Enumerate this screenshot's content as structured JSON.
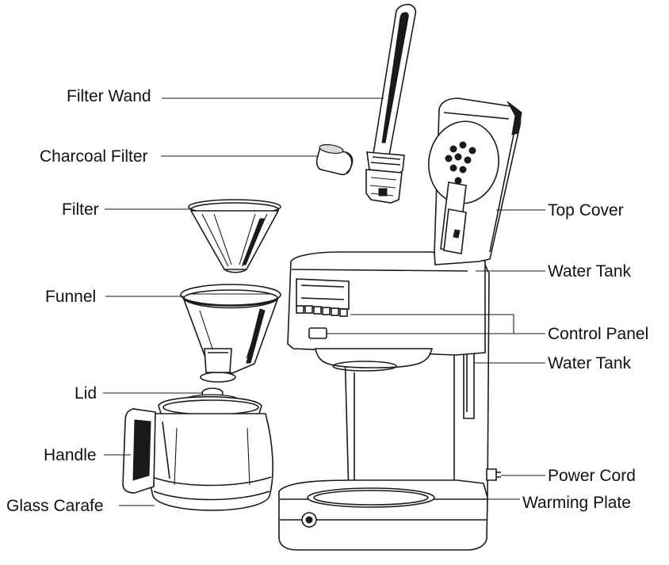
{
  "diagram": {
    "labels": {
      "filter_wand": "Filter Wand",
      "charcoal_filter": "Charcoal Filter",
      "filter": "Filter",
      "funnel": "Funnel",
      "lid": "Lid",
      "handle": "Handle",
      "glass_carafe": "Glass Carafe",
      "top_cover": "Top Cover",
      "water_tank_top": "Water Tank",
      "control_panel": "Control Panel",
      "water_tank_side": "Water Tank",
      "power_cord": "Power Cord",
      "warming_plate": "Warming Plate"
    },
    "colors": {
      "line": "#1a1a1a",
      "text": "#111111",
      "background": "#ffffff"
    }
  }
}
